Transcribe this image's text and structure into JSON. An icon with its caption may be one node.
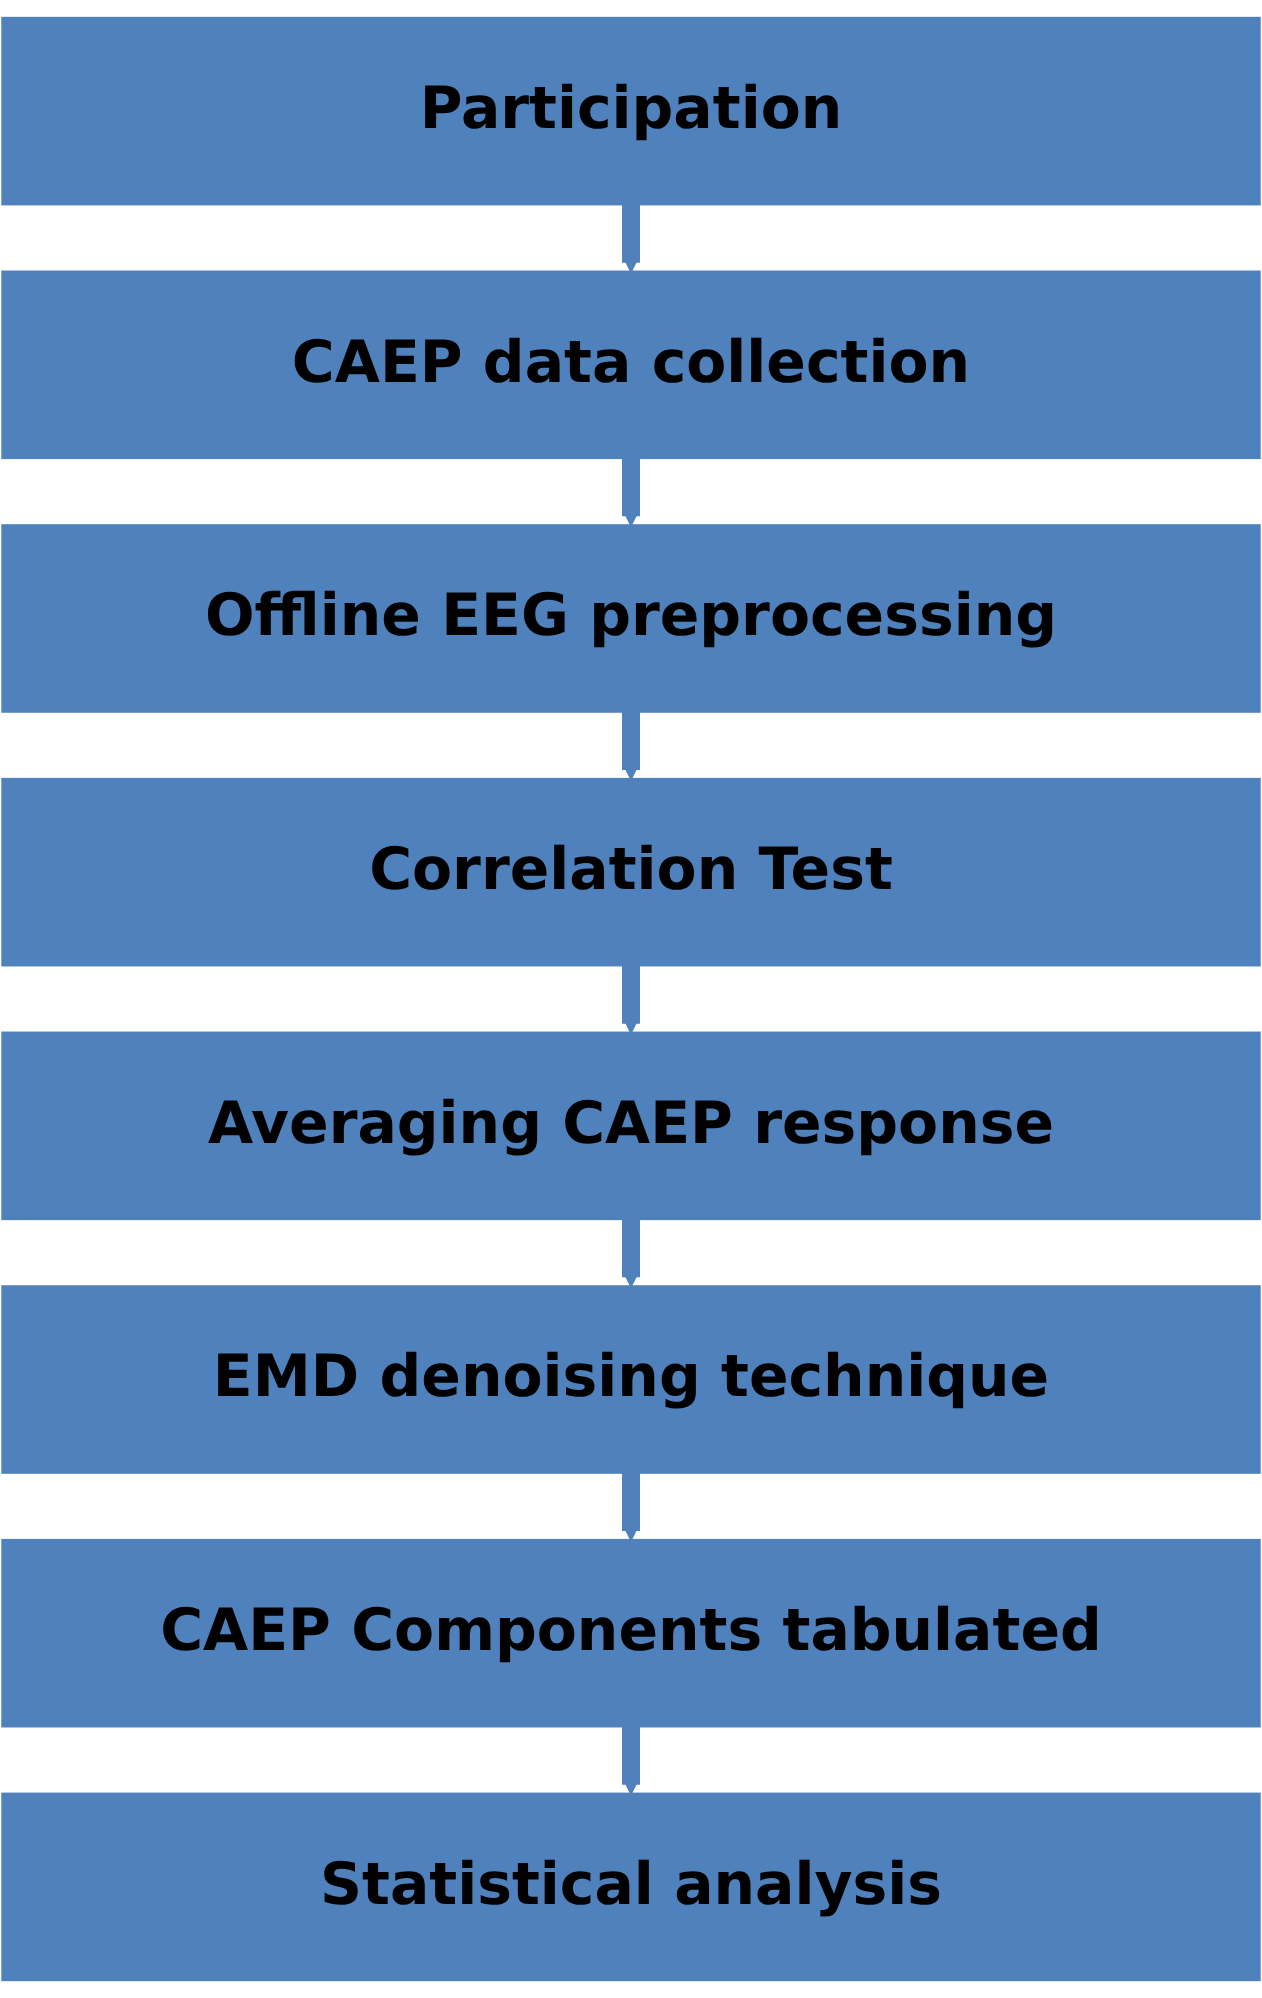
{
  "diagram": {
    "nodes": [
      {
        "text": [
          "Participation"
        ]
      },
      {
        "text": [
          "CAEP data collection"
        ]
      },
      {
        "text": [
          "Offline EEG preprocessing"
        ]
      },
      {
        "text": [
          "Correlation Test"
        ]
      },
      {
        "text": [
          "Averaging CAEP response"
        ]
      },
      {
        "text": [
          "EMD denoising technique"
        ]
      },
      {
        "text": [
          "CAEP Components tabulated"
        ]
      },
      {
        "text": [
          "Statistical analysis"
        ]
      }
    ],
    "edges": [
      {
        "from": 0,
        "to": 1,
        "arrow": "to"
      },
      {
        "from": 1,
        "to": 2,
        "arrow": "to"
      },
      {
        "from": 2,
        "to": 3,
        "arrow": "to"
      },
      {
        "from": 3,
        "to": 4,
        "arrow": "to"
      },
      {
        "from": 4,
        "to": 5,
        "arrow": "to"
      },
      {
        "from": 5,
        "to": 6,
        "arrow": "to"
      },
      {
        "from": 6,
        "to": 7,
        "arrow": "to"
      }
    ]
  }
}
